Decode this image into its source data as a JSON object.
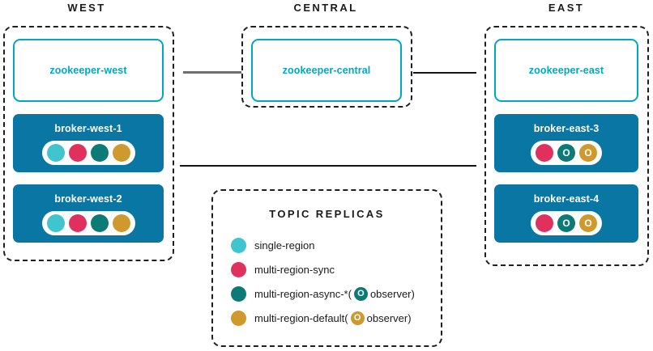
{
  "colors": {
    "single_region": "#40c4cd",
    "multi_region_sync": "#e0315e",
    "multi_region_async": "#0c7b78",
    "multi_region_default": "#d0992e",
    "zookeeper_accent": "#00a7c4",
    "broker_fill": "#0a76a4",
    "region_border": "#1f1f1f",
    "connector_gray": "#6e6e6e",
    "connector_dark": "#141414",
    "text": "#1a1a1a"
  },
  "regions": [
    {
      "id": "west",
      "title": "WEST"
    },
    {
      "id": "central",
      "title": "CENTRAL"
    },
    {
      "id": "east",
      "title": "EAST"
    }
  ],
  "zookeepers": [
    {
      "id": "zk-west",
      "label": "zookeeper-west"
    },
    {
      "id": "zk-central",
      "label": "zookeeper-central"
    },
    {
      "id": "zk-east",
      "label": "zookeeper-east"
    }
  ],
  "brokers": [
    {
      "id": "broker-west-1",
      "label": "broker-west-1",
      "replicas": [
        {
          "color": "#40c4cd",
          "glyph": ""
        },
        {
          "color": "#e0315e",
          "glyph": ""
        },
        {
          "color": "#0c7b78",
          "glyph": ""
        },
        {
          "color": "#d0992e",
          "glyph": ""
        }
      ]
    },
    {
      "id": "broker-west-2",
      "label": "broker-west-2",
      "replicas": [
        {
          "color": "#40c4cd",
          "glyph": ""
        },
        {
          "color": "#e0315e",
          "glyph": ""
        },
        {
          "color": "#0c7b78",
          "glyph": ""
        },
        {
          "color": "#d0992e",
          "glyph": ""
        }
      ]
    },
    {
      "id": "broker-east-3",
      "label": "broker-east-3",
      "replicas": [
        {
          "color": "#e0315e",
          "glyph": ""
        },
        {
          "color": "#0c7b78",
          "glyph": "O"
        },
        {
          "color": "#d0992e",
          "glyph": "O"
        }
      ]
    },
    {
      "id": "broker-east-4",
      "label": "broker-east-4",
      "replicas": [
        {
          "color": "#e0315e",
          "glyph": ""
        },
        {
          "color": "#0c7b78",
          "glyph": "O"
        },
        {
          "color": "#d0992e",
          "glyph": "O"
        }
      ]
    }
  ],
  "links": [
    {
      "id": "link-zk-west-central",
      "from": "zookeeper-west",
      "to": "zookeeper-central"
    },
    {
      "id": "link-zk-central-east",
      "from": "zookeeper-central",
      "to": "zookeeper-east"
    },
    {
      "id": "link-broker-west-east",
      "from": "broker-west",
      "to": "broker-east"
    }
  ],
  "legend": {
    "title": "TOPIC REPLICAS",
    "items": [
      {
        "color": "#40c4cd",
        "label": "single-region",
        "suffix_before": "",
        "observer_glyph": "",
        "observer_color": "",
        "suffix_after": ""
      },
      {
        "color": "#e0315e",
        "label": "multi-region-sync",
        "suffix_before": "",
        "observer_glyph": "",
        "observer_color": "",
        "suffix_after": ""
      },
      {
        "color": "#0c7b78",
        "label": "multi-region-async-*",
        "suffix_before": "(",
        "observer_glyph": "O",
        "observer_color": "#0c7b78",
        "suffix_after": "observer)"
      },
      {
        "color": "#d0992e",
        "label": "multi-region-default",
        "suffix_before": "(",
        "observer_glyph": "O",
        "observer_color": "#d0992e",
        "suffix_after": "observer)"
      }
    ]
  }
}
